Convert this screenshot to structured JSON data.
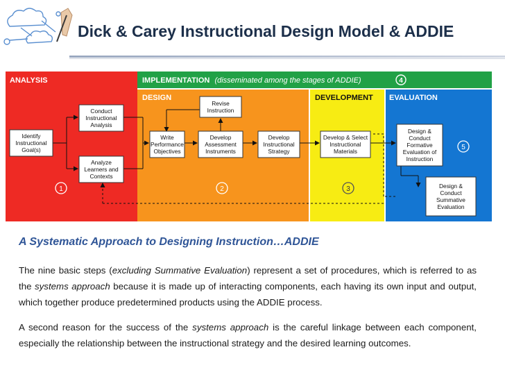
{
  "title": "Dick & Carey Instructional Design Model & ADDIE",
  "colors": {
    "analysis": "#ee2a24",
    "implementation": "#21a146",
    "design": "#f7941d",
    "development": "#f7ec13",
    "evaluation": "#1476d2",
    "subtitle": "#2f5597",
    "title": "#1c2f4a"
  },
  "diagram": {
    "analysis_label": "ANALYSIS",
    "implementation_label": "IMPLEMENTATION",
    "implementation_note": "(disseminated among the stages of ADDIE)",
    "implementation_number": "4",
    "design_label": "DESIGN",
    "development_label": "DEVELOPMENT",
    "evaluation_label": "EVALUATION",
    "stage_numbers": [
      "1",
      "2",
      "3",
      "5"
    ],
    "boxes": {
      "identify": [
        "Identify",
        "Instructional",
        "Goal(s)"
      ],
      "conduct": [
        "Conduct",
        "Instructional",
        "Analysis"
      ],
      "analyze": [
        "Analyze",
        "Learners and",
        "Contexts"
      ],
      "revise": [
        "Revise",
        "Instruction"
      ],
      "write": [
        "Write",
        "Performance",
        "Objectives"
      ],
      "assessment": [
        "Develop",
        "Assessment",
        "Instruments"
      ],
      "strategy": [
        "Develop",
        "Instructional",
        "Strategy"
      ],
      "materials": [
        "Develop & Select",
        "Instructional",
        "Materials"
      ],
      "formative": [
        "Design &",
        "Conduct",
        "Formative",
        "Evaluation of",
        "Instruction"
      ],
      "summative": [
        "Design &",
        "Conduct",
        "Summative",
        "Evaluation"
      ]
    }
  },
  "subtitle": "A Systematic Approach to Designing Instruction…ADDIE",
  "paragraph1": {
    "p1": "The nine basic steps (",
    "em1": "excluding Summative Evaluation",
    "p2": ") represent a set of procedures, which is referred to as the ",
    "em2": "systems approach",
    "p3": " because it is made up of interacting components, each having its own input and output, which together produce predetermined products using the ADDIE process."
  },
  "paragraph2": {
    "p1": "A second reason for the success of the ",
    "em1": "systems approach",
    "p2": " is the careful linkage between each component, especially the relationship between the instructional strategy and the desired learning outcomes."
  }
}
